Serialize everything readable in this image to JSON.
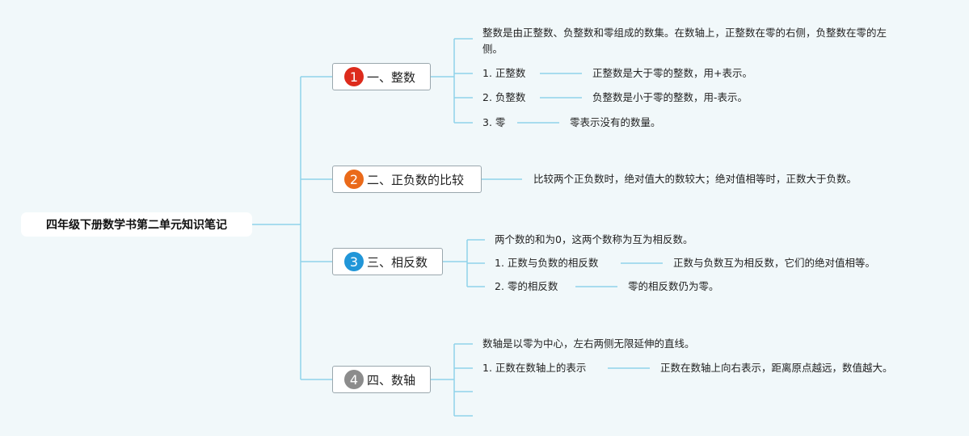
{
  "root": {
    "title": "四年级下册数学书第二单元知识笔记"
  },
  "colors": {
    "line": "#8fd3ea",
    "badge1": "#dd2b1c",
    "badge2": "#ea6a1a",
    "badge3": "#2196d8",
    "badge4": "#8c8c8c"
  },
  "branches": [
    {
      "num": "1",
      "label": "一、整数",
      "intro": "整数是由正整数、负整数和零组成的数集。在数轴上，正整数在零的右侧，负整数在零的左侧。",
      "items": [
        {
          "label": "1. 正整数",
          "desc": "正整数是大于零的整数，用+表示。"
        },
        {
          "label": "2. 负整数",
          "desc": "负整数是小于零的整数，用-表示。"
        },
        {
          "label": "3. 零",
          "desc": "零表示没有的数量。"
        }
      ]
    },
    {
      "num": "2",
      "label": "二、正负数的比较",
      "desc": "比较两个正负数时，绝对值大的数较大；绝对值相等时，正数大于负数。"
    },
    {
      "num": "3",
      "label": "三、相反数",
      "intro": "两个数的和为0，这两个数称为互为相反数。",
      "items": [
        {
          "label": "1. 正数与负数的相反数",
          "desc": "正数与负数互为相反数，它们的绝对值相等。"
        },
        {
          "label": "2. 零的相反数",
          "desc": "零的相反数仍为零。"
        }
      ]
    },
    {
      "num": "4",
      "label": "四、数轴",
      "intro": "数轴是以零为中心，左右两侧无限延伸的直线。",
      "items": [
        {
          "label": "1. 正数在数轴上的表示",
          "desc": "正数在数轴上向右表示，距离原点越远，数值越大。"
        }
      ]
    }
  ]
}
